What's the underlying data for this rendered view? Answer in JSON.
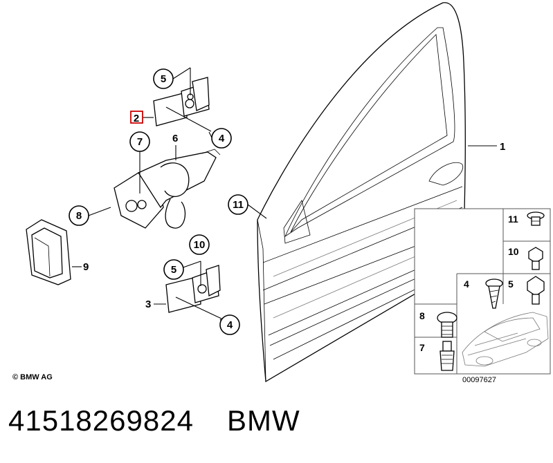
{
  "callouts": {
    "door": "1",
    "hinge_upper": "2",
    "hinge_lower": "3",
    "screw_upper": "4",
    "screw_lower": "4",
    "nut_upper": "5",
    "nut_lower": "5",
    "door_brake": "6",
    "brake_bolt": "7",
    "brake_screw": "8",
    "grommet": "9",
    "lower_ten": "10",
    "door_eleven": "11"
  },
  "fastener_box": {
    "labels": [
      "11",
      "10",
      "4",
      "5",
      "8",
      "7"
    ],
    "image_number": "00097627"
  },
  "copyright": "© BMW AG",
  "part_number": "41518269824",
  "brand": "BMW",
  "highlight_color": "#cc0000"
}
